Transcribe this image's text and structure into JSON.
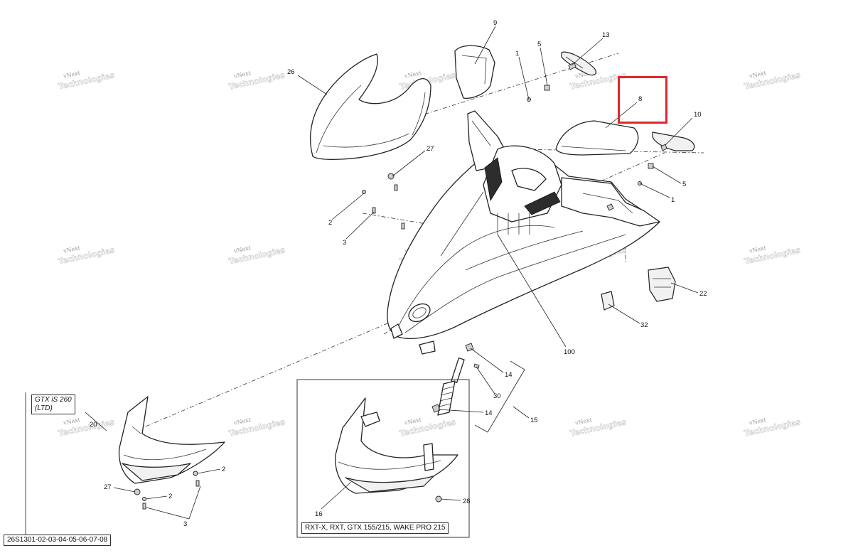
{
  "watermark": {
    "line1": "vNext",
    "line2": "Technologies"
  },
  "callouts": {
    "c1_top": "1",
    "c1_right": "1",
    "c2_left": "2",
    "c2_sub_a": "2",
    "c2_sub_b": "2",
    "c3_left": "3",
    "c3_sub": "3",
    "c5_top": "5",
    "c5_right": "5",
    "c8": "8",
    "c9": "9",
    "c10": "10",
    "c13": "13",
    "c14_a": "14",
    "c14_b": "14",
    "c15": "15",
    "c16": "16",
    "c20": "20",
    "c22": "22",
    "c26": "26",
    "c27_top": "27",
    "c27_sub": "27",
    "c28": "28",
    "c30": "30",
    "c32": "32",
    "c100": "100"
  },
  "labels": {
    "variant_ltd": "GTX iS 260\n(LTD)",
    "variant_models": "RXT-X, RXT, GTX 155/215, WAKE PRO 215",
    "drawing_id": "26S1301-02-03-04-05-06-07-08"
  },
  "colors": {
    "highlight": "#e0262e",
    "line": "#222222",
    "watermark": "#c9c9c9"
  }
}
